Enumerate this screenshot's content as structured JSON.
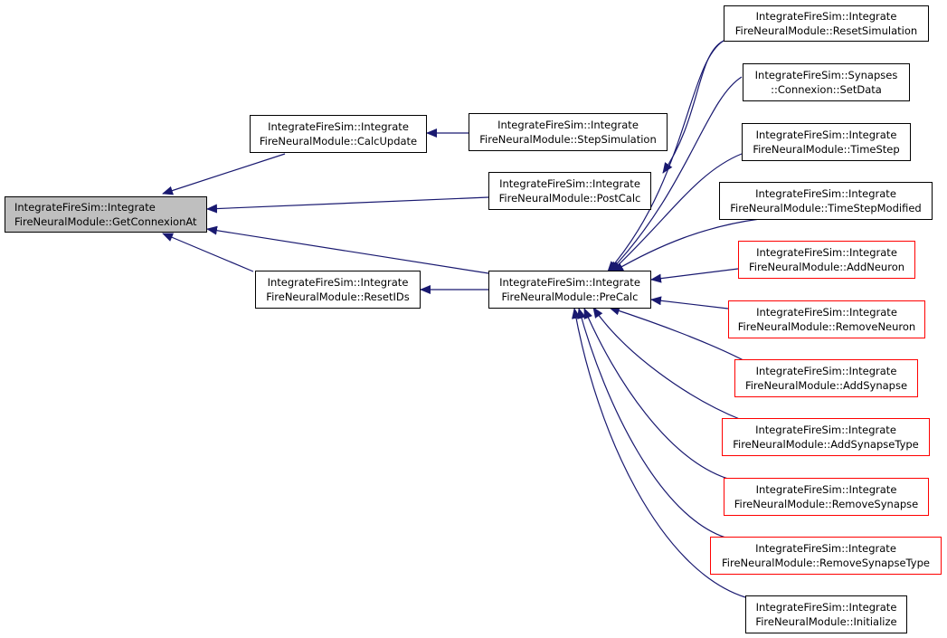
{
  "colors": {
    "edge": "#191970",
    "root_fill": "#bfbfbf",
    "node_border": "#000000",
    "truncated_border": "#ff0000"
  },
  "nodes": {
    "get_connexion_at": {
      "line1": "IntegrateFireSim::Integrate",
      "line2": "FireNeuralModule::GetConnexionAt"
    },
    "calc_update": {
      "line1": "IntegrateFireSim::Integrate",
      "line2": "FireNeuralModule::CalcUpdate"
    },
    "step_simulation": {
      "line1": "IntegrateFireSim::Integrate",
      "line2": "FireNeuralModule::StepSimulation"
    },
    "post_calc": {
      "line1": "IntegrateFireSim::Integrate",
      "line2": "FireNeuralModule::PostCalc"
    },
    "reset_ids": {
      "line1": "IntegrateFireSim::Integrate",
      "line2": "FireNeuralModule::ResetIDs"
    },
    "pre_calc": {
      "line1": "IntegrateFireSim::Integrate",
      "line2": "FireNeuralModule::PreCalc"
    },
    "reset_simulation": {
      "line1": "IntegrateFireSim::Integrate",
      "line2": "FireNeuralModule::ResetSimulation"
    },
    "set_data": {
      "line1": "IntegrateFireSim::Synapses",
      "line2": "::Connexion::SetData"
    },
    "time_step": {
      "line1": "IntegrateFireSim::Integrate",
      "line2": "FireNeuralModule::TimeStep"
    },
    "time_step_modified": {
      "line1": "IntegrateFireSim::Integrate",
      "line2": "FireNeuralModule::TimeStepModified"
    },
    "add_neuron": {
      "line1": "IntegrateFireSim::Integrate",
      "line2": "FireNeuralModule::AddNeuron"
    },
    "remove_neuron": {
      "line1": "IntegrateFireSim::Integrate",
      "line2": "FireNeuralModule::RemoveNeuron"
    },
    "add_synapse": {
      "line1": "IntegrateFireSim::Integrate",
      "line2": "FireNeuralModule::AddSynapse"
    },
    "add_synapse_type": {
      "line1": "IntegrateFireSim::Integrate",
      "line2": "FireNeuralModule::AddSynapseType"
    },
    "remove_synapse": {
      "line1": "IntegrateFireSim::Integrate",
      "line2": "FireNeuralModule::RemoveSynapse"
    },
    "remove_synapse_type": {
      "line1": "IntegrateFireSim::Integrate",
      "line2": "FireNeuralModule::RemoveSynapseType"
    },
    "initialize": {
      "line1": "IntegrateFireSim::Integrate",
      "line2": "FireNeuralModule::Initialize"
    }
  }
}
